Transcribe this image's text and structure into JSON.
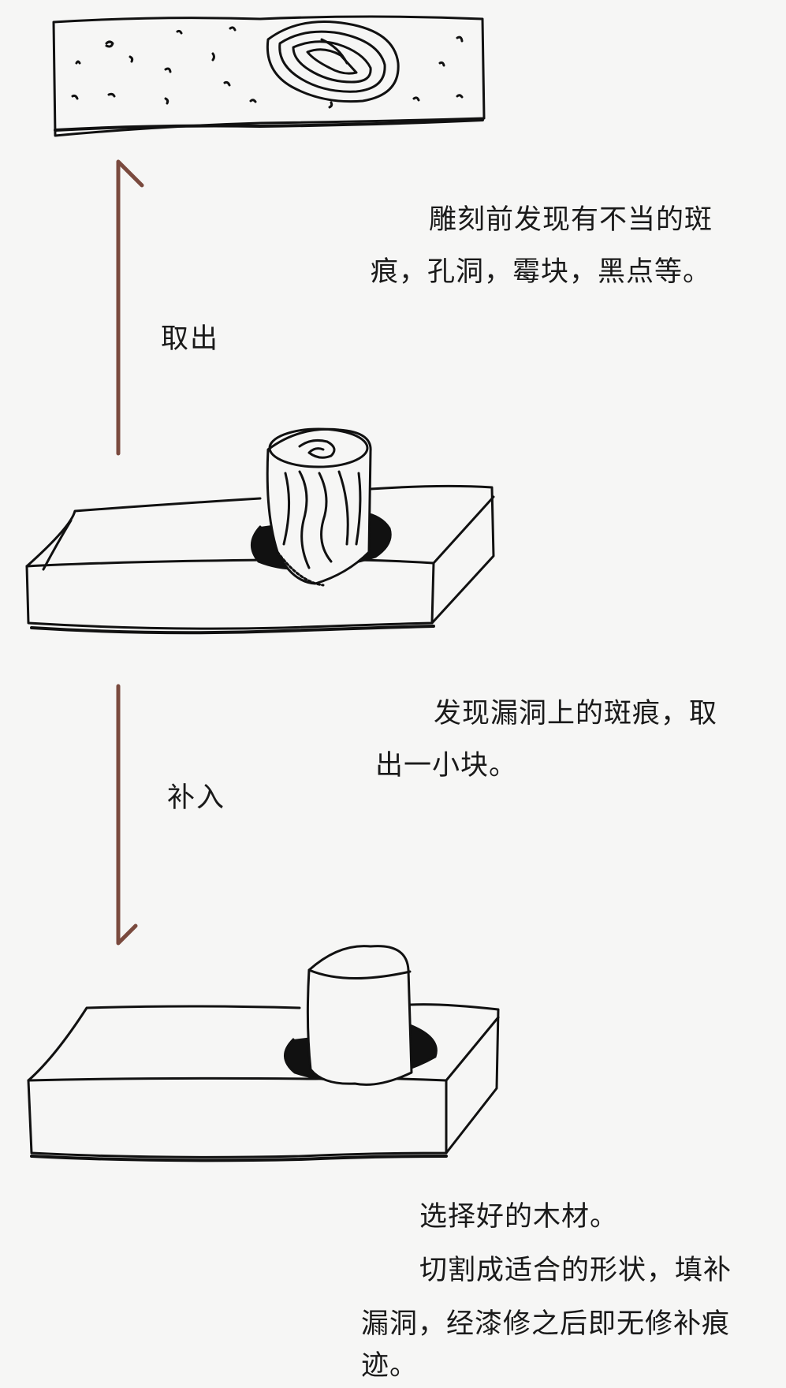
{
  "steps": {
    "first_note_line1": "雕刻前发现有不当的斑",
    "first_note_line2": "痕，孔洞，霉块，黑点等。",
    "second_note_line1": "发现漏洞上的斑痕，取",
    "second_note_line2": "出一小块。",
    "third_note_line1": "选择好的木材。",
    "third_note_line2": "切割成适合的形状，填补",
    "third_note_line3": "漏洞，经漆修之后即无修补痕",
    "third_note_line4": "迹。"
  },
  "arrows": {
    "remove_label": "取出",
    "fill_label": "补入",
    "color": "#7a4a3e"
  }
}
